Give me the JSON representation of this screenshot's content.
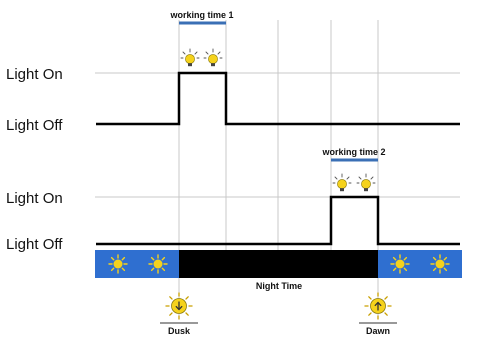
{
  "labels": {
    "light_on_1": "Light On",
    "light_off_1": "Light Off",
    "light_on_2": "Light On",
    "light_off_2": "Light Off",
    "working_time_1": "working time 1",
    "working_time_2": "working time 2",
    "night_time": "Night Time",
    "dusk": "Dusk",
    "dawn": "Dawn"
  },
  "colors": {
    "line": "#000000",
    "grid": "#c8c8c8",
    "bracket": "#3a6fb5",
    "sky_day": "#2f6fd0",
    "sky_night": "#000000",
    "sun": "#f5d21c",
    "moon": "#f5d21c",
    "bulb": "#f5d21c"
  },
  "icons": {
    "day": "sun-icon",
    "night": "crescent-moon-icon",
    "lamp": "light-bulb-icon",
    "dusk": "sun-down-arrow-icon",
    "dawn": "sun-up-arrow-icon"
  }
}
